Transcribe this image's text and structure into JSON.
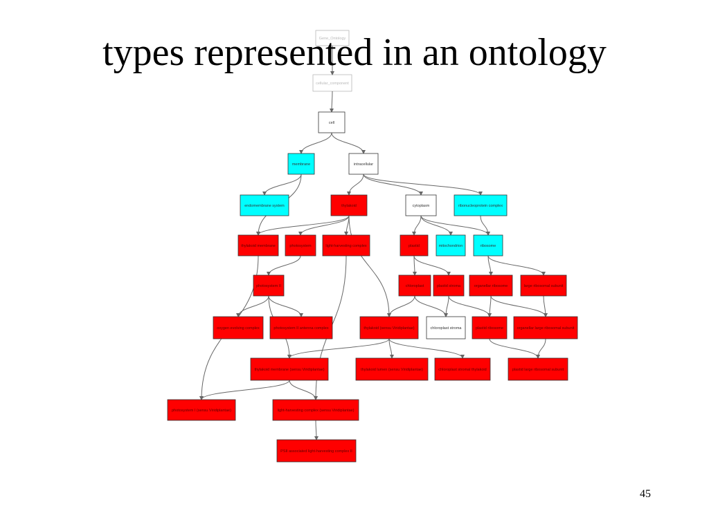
{
  "slide": {
    "title": "types represented in an ontology",
    "page_number": "45"
  },
  "colors": {
    "cyan": "#00ffff",
    "red": "#ff0000",
    "white": "#ffffff",
    "edge": "#666666"
  },
  "diagram": {
    "nodes": [
      {
        "id": "gene_ontology",
        "label": "Gene_Ontology",
        "color": "white",
        "faded": true
      },
      {
        "id": "cellular_component",
        "label": "cellular_component",
        "color": "white",
        "faded": true
      },
      {
        "id": "cell",
        "label": "cell",
        "color": "white"
      },
      {
        "id": "membrane",
        "label": "membrane",
        "color": "cyan"
      },
      {
        "id": "intracellular",
        "label": "intracellular",
        "color": "white"
      },
      {
        "id": "endomembrane_system",
        "label": "endomembrane system",
        "color": "cyan"
      },
      {
        "id": "thylakoid",
        "label": "thylakoid",
        "color": "red"
      },
      {
        "id": "cytoplasm",
        "label": "cytoplasm",
        "color": "white"
      },
      {
        "id": "rnp_complex",
        "label": "ribonucleoprotein complex",
        "color": "cyan"
      },
      {
        "id": "thylakoid_membrane",
        "label": "thylakoid membrane",
        "color": "red"
      },
      {
        "id": "photosystem",
        "label": "photosystem",
        "color": "red"
      },
      {
        "id": "lhc",
        "label": "light-harvesting complex",
        "color": "red"
      },
      {
        "id": "plastid",
        "label": "plastid",
        "color": "red"
      },
      {
        "id": "mitochondrion",
        "label": "mitochondrion",
        "color": "cyan"
      },
      {
        "id": "ribosome",
        "label": "ribosome",
        "color": "cyan"
      },
      {
        "id": "photosystem_ii",
        "label": "photosystem II",
        "color": "red"
      },
      {
        "id": "chloroplast",
        "label": "chloroplast",
        "color": "red"
      },
      {
        "id": "plastid_stroma",
        "label": "plastid stroma",
        "color": "red"
      },
      {
        "id": "organellar_ribosome",
        "label": "organellar ribosome",
        "color": "red"
      },
      {
        "id": "large_ribosomal_subunit",
        "label": "large ribosomal subunit",
        "color": "red"
      },
      {
        "id": "oxygen_evolving",
        "label": "oxygen evolving complex",
        "color": "red"
      },
      {
        "id": "psii_antenna",
        "label": "photosystem II antenna complex",
        "color": "red"
      },
      {
        "id": "thylakoid_viridiplantae",
        "label": "thylakoid (sensu Viridiplantae)",
        "color": "red"
      },
      {
        "id": "chloroplast_stroma",
        "label": "chloroplast stroma",
        "color": "white"
      },
      {
        "id": "plastid_ribosome",
        "label": "plastid ribosome",
        "color": "red"
      },
      {
        "id": "organellar_lrs",
        "label": "organellar large ribosomal subunit",
        "color": "red"
      },
      {
        "id": "thylakoid_membrane_viridiplantae",
        "label": "thylakoid membrane (sensu Viridiplantae)",
        "color": "red"
      },
      {
        "id": "thylakoid_lumen_viridiplantae",
        "label": "thylakoid lumen (sensu Viridiplantae)",
        "color": "red"
      },
      {
        "id": "chloroplast_stromal_thylakoid",
        "label": "chloroplast stromal thylakoid",
        "color": "red"
      },
      {
        "id": "plastid_lrs",
        "label": "plastid large ribosomal subunit",
        "color": "red"
      },
      {
        "id": "photosystem_i_viridiplantae",
        "label": "photosystem I (sensu Viridiplantae)",
        "color": "red"
      },
      {
        "id": "lhc_viridiplantae",
        "label": "light-harvesting complex (sensu Viridiplantae)",
        "color": "red"
      },
      {
        "id": "psii_lhc",
        "label": "PSII associated light-harvesting complex II",
        "color": "red"
      }
    ]
  }
}
